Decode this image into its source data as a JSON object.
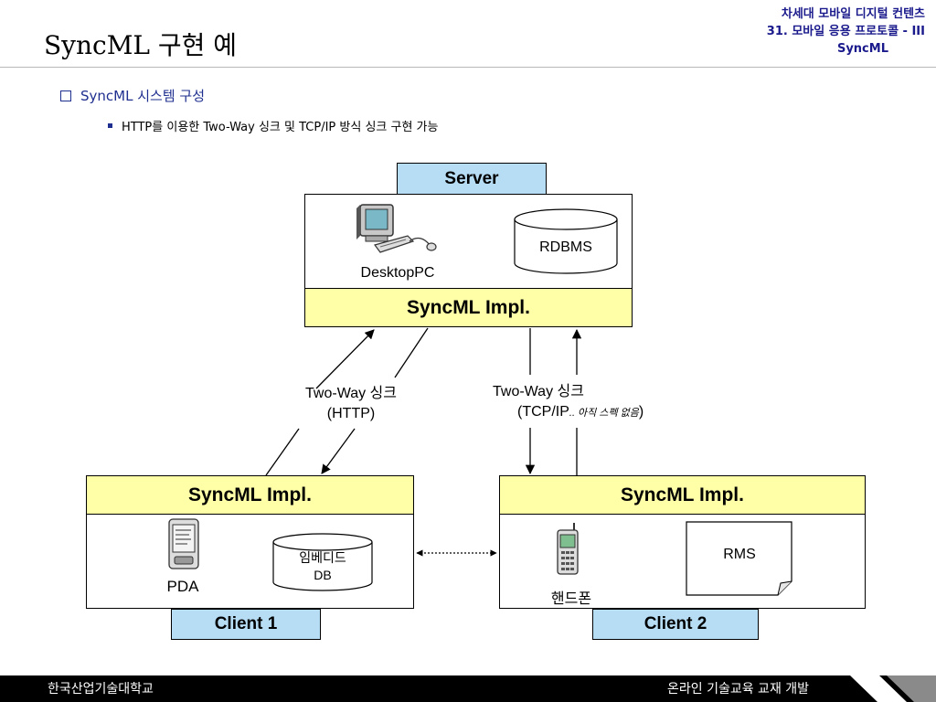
{
  "header": {
    "title": "SyncML 구현 예",
    "course_line1": "차세대 모바일 디지털 컨텐츠",
    "course_line2": "31. 모바일 응용 프로토콜 - III",
    "course_line3": "SyncML"
  },
  "bullets": {
    "level1": "SyncML 시스템 구성",
    "level2": "HTTP를 이용한 Two-Way 싱크 및 TCP/IP 방식 싱크 구현 가능"
  },
  "diagram": {
    "server": {
      "label": "Server",
      "pc_label": "DesktopPC",
      "db_label": "RDBMS",
      "impl_label": "SyncML Impl."
    },
    "link_http": {
      "line1": "Two-Way 싱크",
      "line2": "(HTTP)"
    },
    "link_tcp": {
      "line1": "Two-Way 싱크",
      "line2_prefix": "(TCP/IP",
      "line2_note": ".. 아직 스펙 없음",
      "line2_suffix": ")"
    },
    "client1": {
      "label": "Client 1",
      "impl_label": "SyncML Impl.",
      "device_label": "PDA",
      "db_line1": "임베디드",
      "db_line2": "DB"
    },
    "client2": {
      "label": "Client 2",
      "impl_label": "SyncML Impl.",
      "device_label": "핸드폰",
      "store_label": "RMS"
    }
  },
  "footer": {
    "left": "한국산업기술대학교",
    "right": "온라인 기술교육 교재 개발"
  },
  "colors": {
    "label_blue": "#b7ddf4",
    "impl_yellow": "#ffffa8",
    "heading_blue": "#1f2f8f"
  }
}
